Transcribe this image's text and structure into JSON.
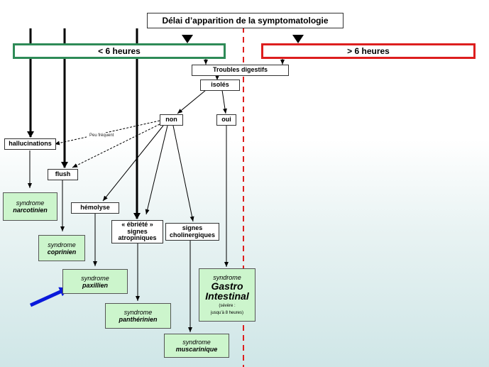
{
  "title": "Délai d’apparition de la symptomatologie",
  "groups": {
    "short": "< 6 heures",
    "long": "> 6 heures"
  },
  "nodes": {
    "digestive": "Troubles digestifs",
    "isolated": "isolés",
    "no": "non",
    "yes": "oui",
    "hallucinations": "hallucinations",
    "flush": "flush",
    "hemolysis": "hémolyse",
    "ebriety": [
      "« ébriété »",
      "signes",
      "atropiniques"
    ],
    "cholinergic": [
      "signes",
      "cholinergiques"
    ],
    "rare_label": "Peu fréquent"
  },
  "syndromes": {
    "prefix": "syndrome",
    "narcotinien": "narcotinien",
    "coprinien": "coprinien",
    "paxillien": "paxillien",
    "pantherinien": "panthérinien",
    "muscarinique": "muscarinique",
    "gastro": [
      "Gastro",
      "Intestinal"
    ],
    "gastro_note": [
      "(sévère :",
      "jusqu’à 8 heures)"
    ]
  },
  "colors": {
    "short_border": "#2e8b57",
    "long_border": "#dd1e1e",
    "syndrome_fill": "#ccf5cc",
    "pointer_arrow": "#0a1adb"
  }
}
